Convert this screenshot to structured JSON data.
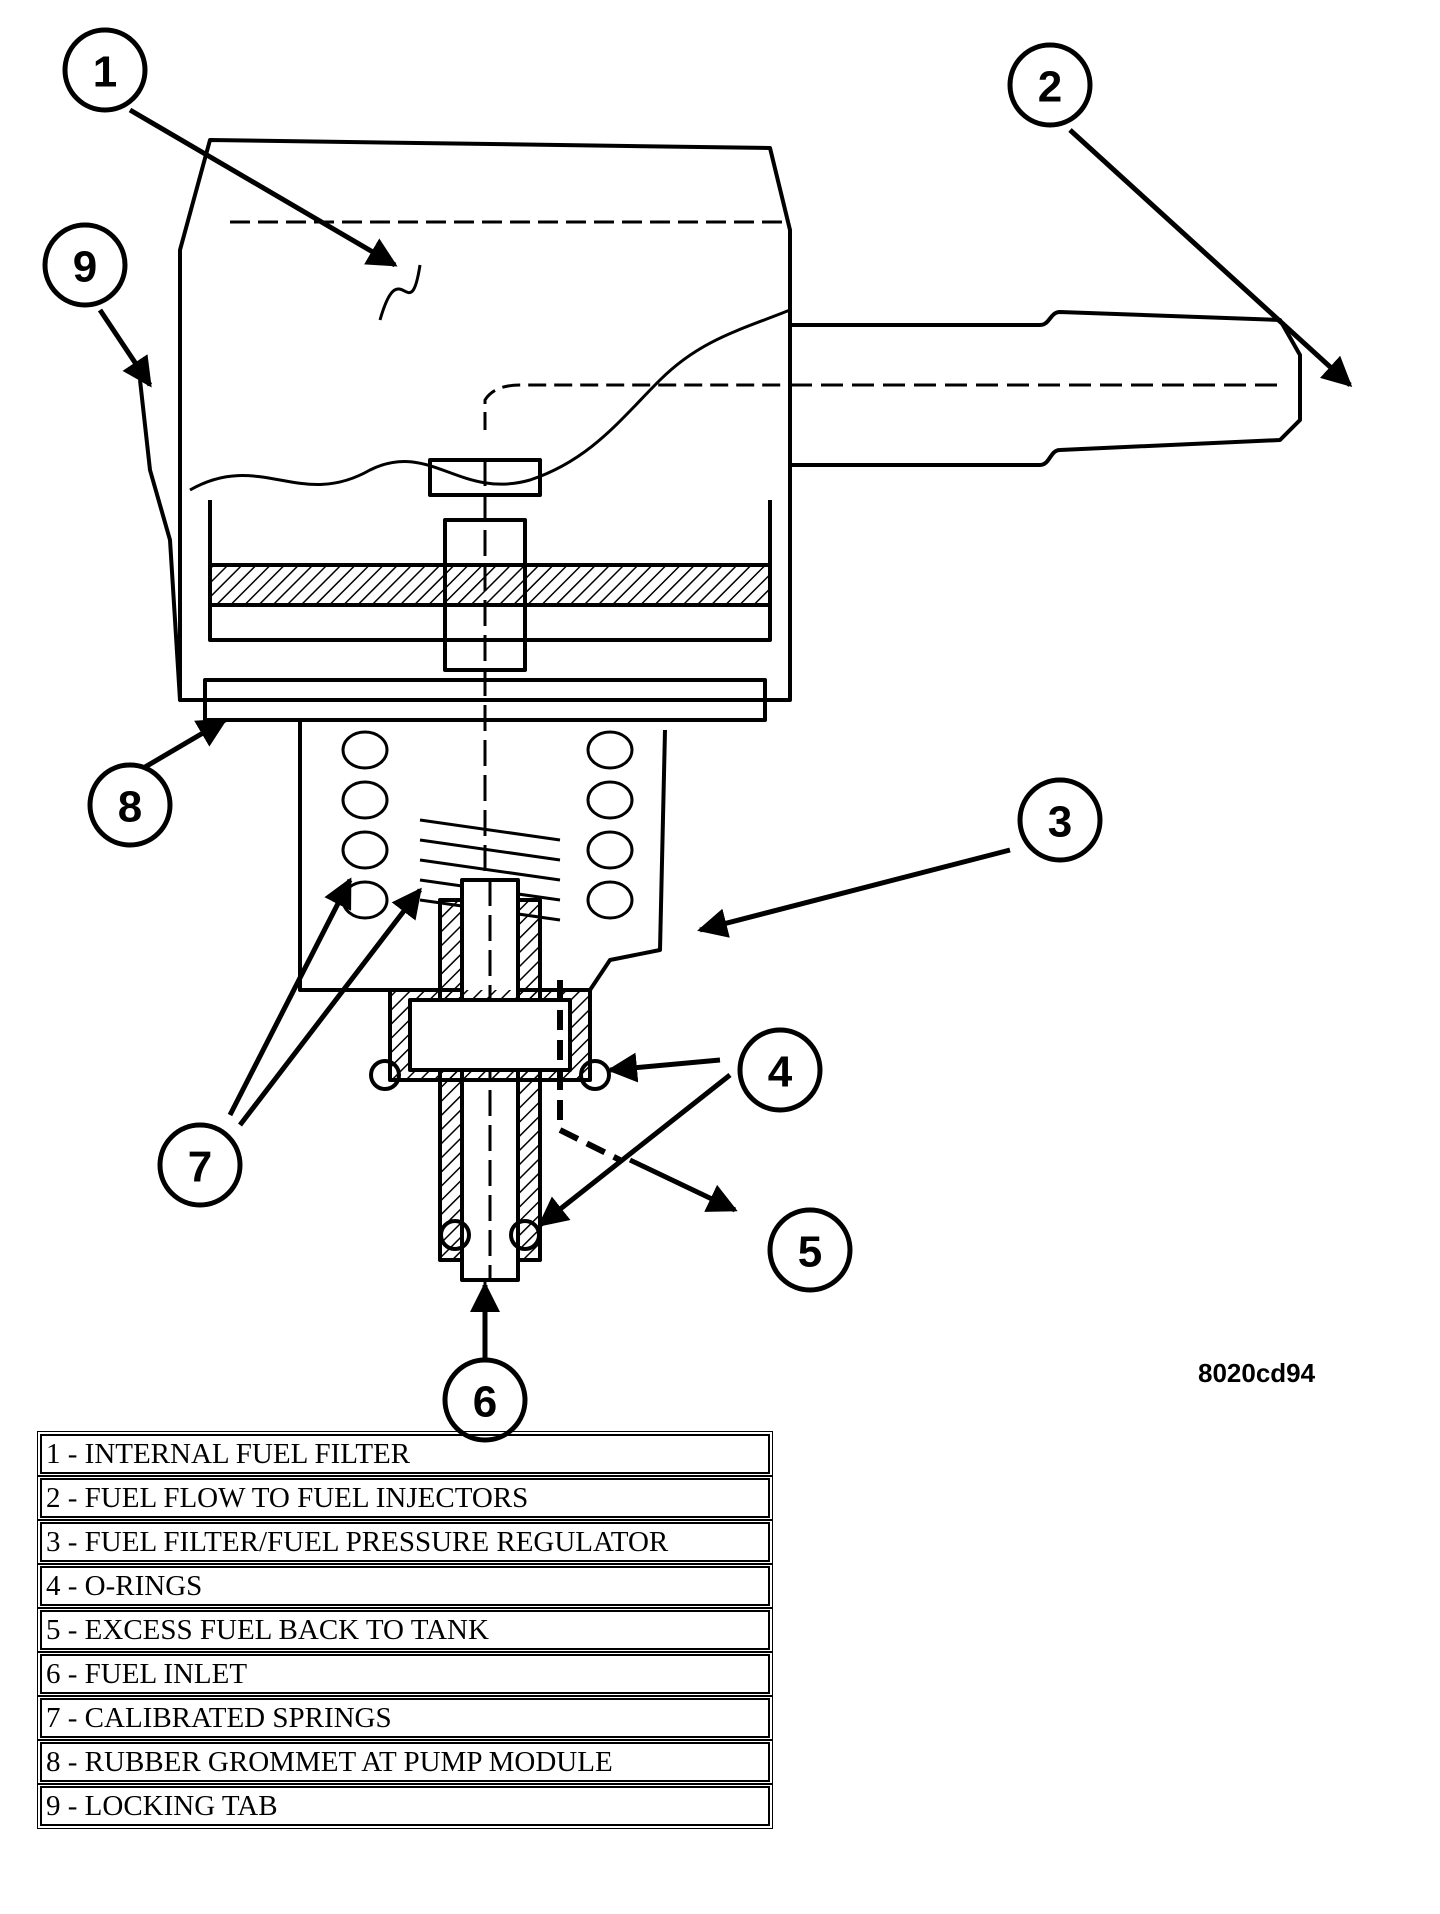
{
  "figure_code": "8020cd94",
  "callouts": [
    "1",
    "2",
    "3",
    "4",
    "5",
    "6",
    "7",
    "8",
    "9"
  ],
  "legend": [
    "1 - INTERNAL FUEL FILTER",
    "2 - FUEL FLOW TO FUEL INJECTORS",
    "3 - FUEL FILTER/FUEL PRESSURE REGULATOR",
    "4 - O-RINGS",
    "5 - EXCESS FUEL BACK TO TANK",
    "6 - FUEL INLET",
    "7 - CALIBRATED SPRINGS",
    "8 - RUBBER GROMMET AT PUMP MODULE",
    "9 - LOCKING TAB"
  ]
}
